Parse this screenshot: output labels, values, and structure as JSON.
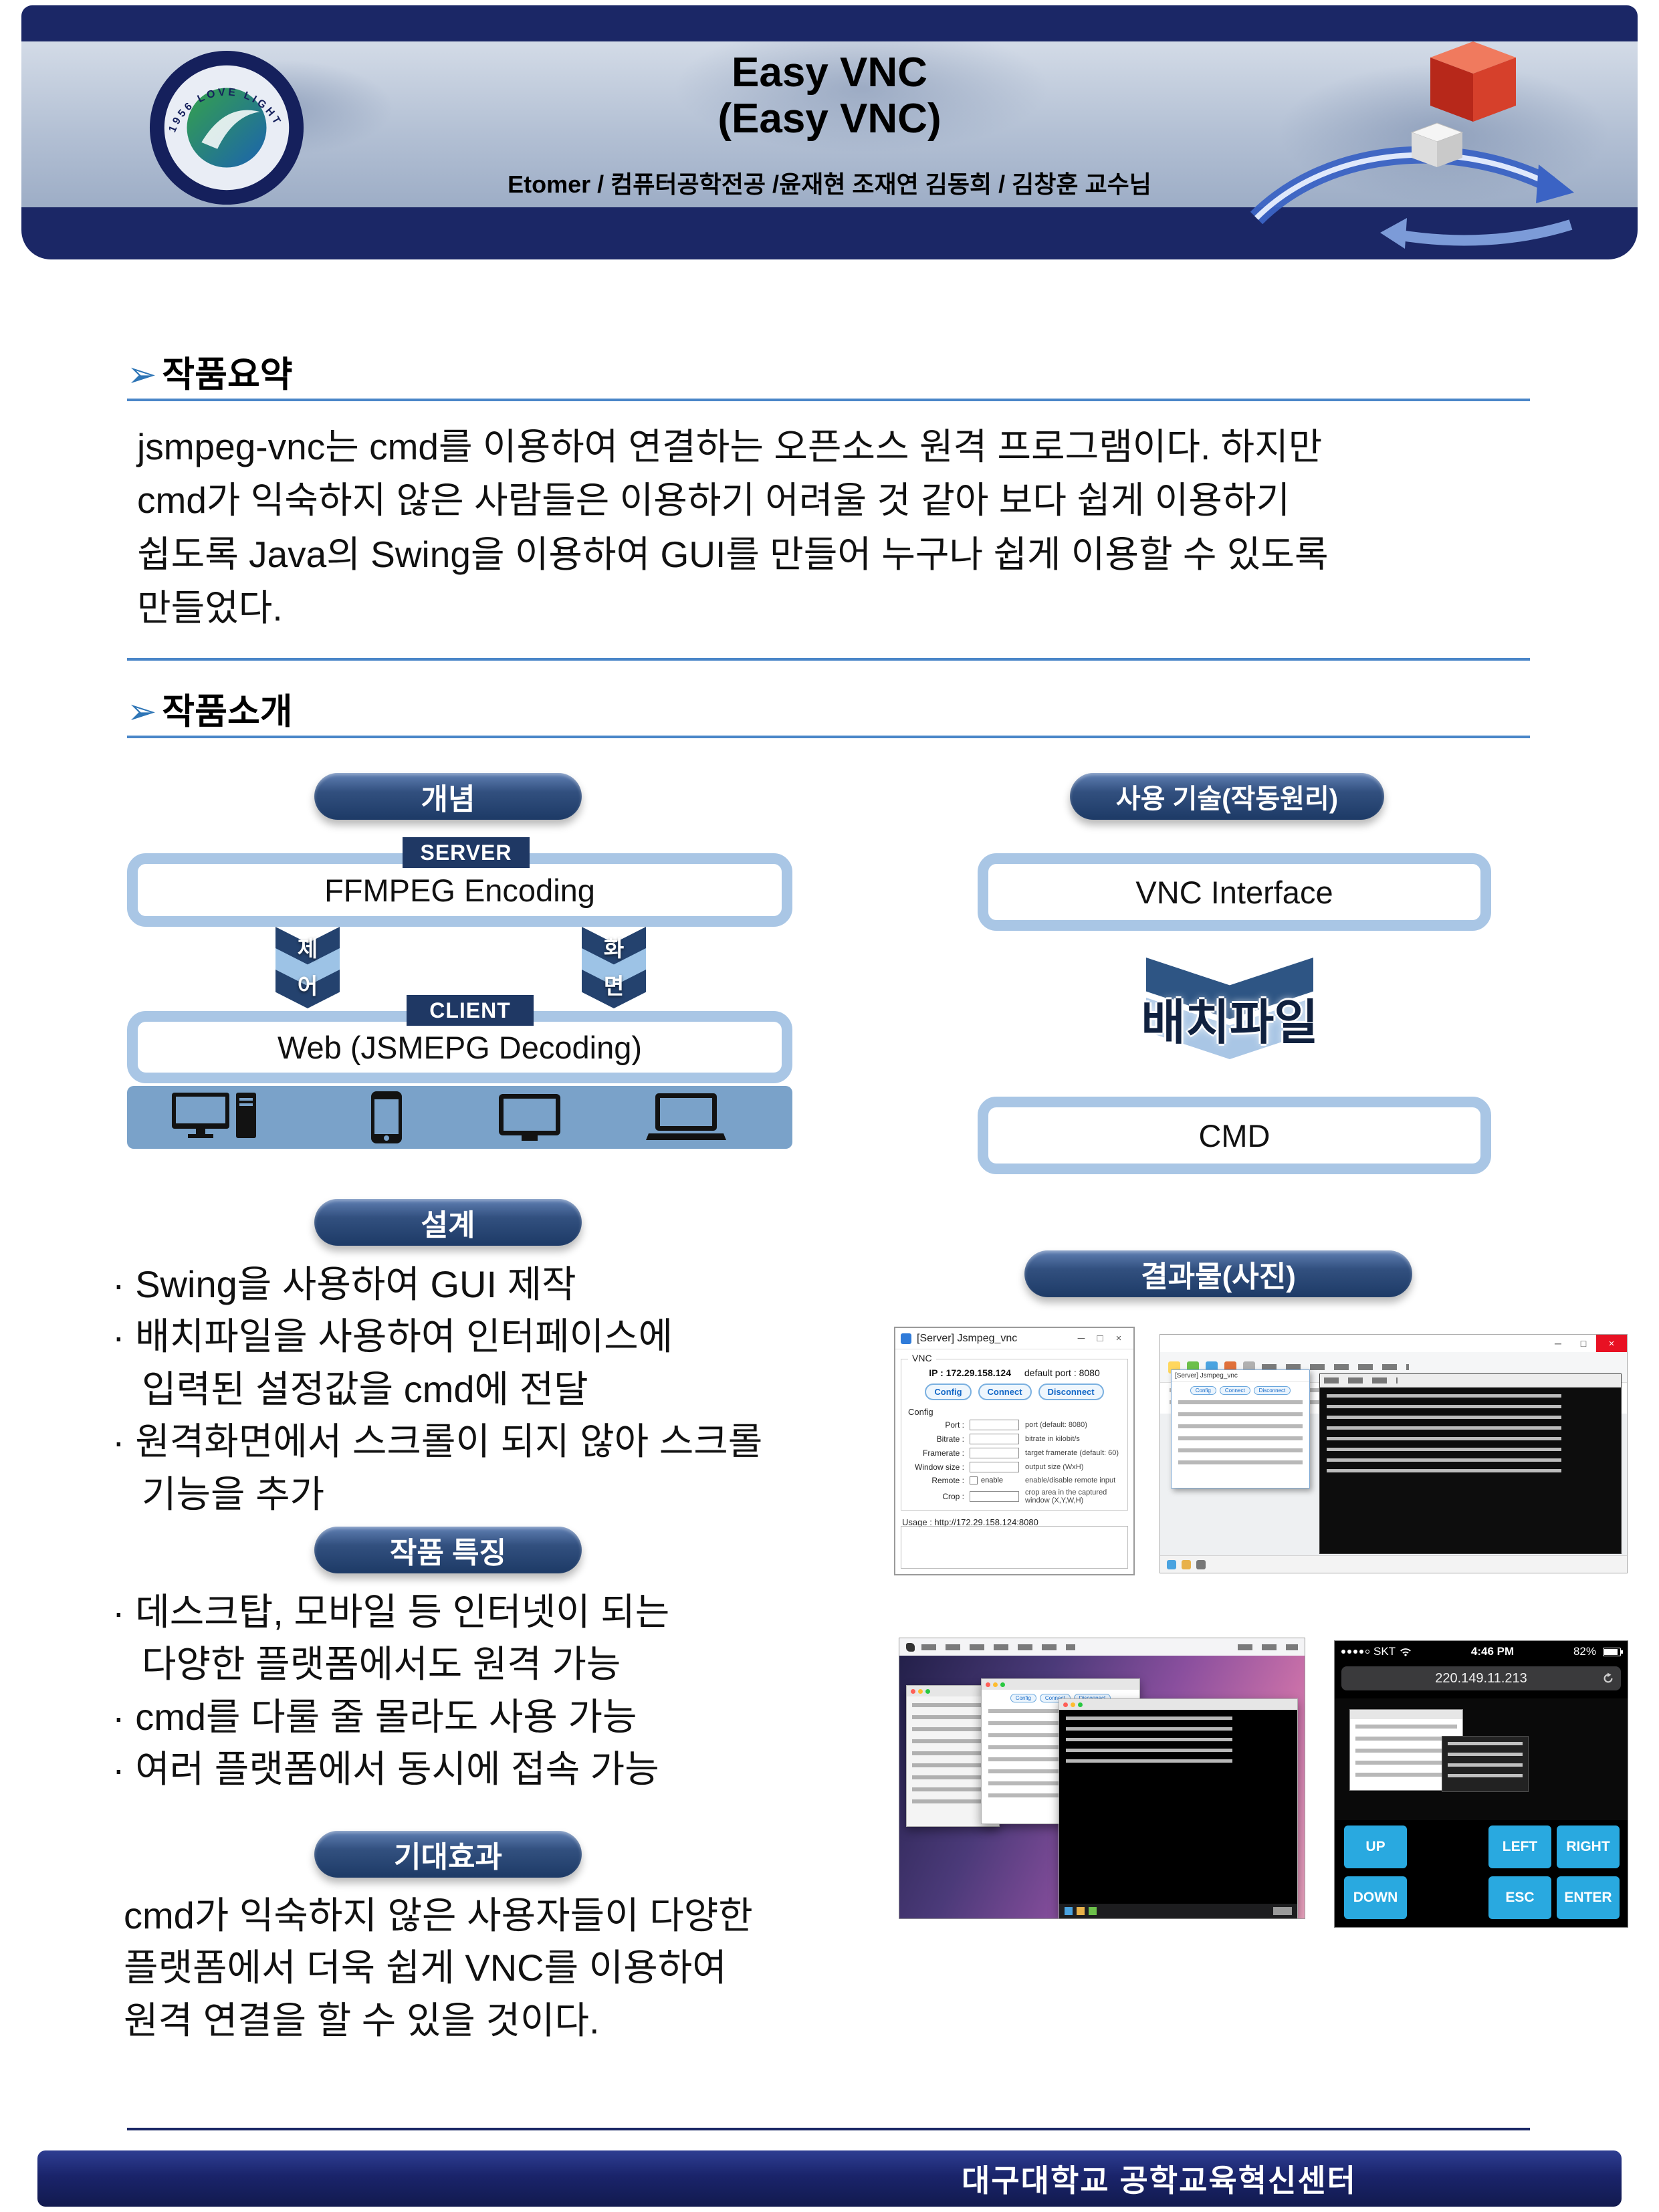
{
  "header": {
    "title_line1": "Easy VNC",
    "title_line2": "(Easy VNC)",
    "subtitle": "Etomer / 컴퓨터공학전공 /윤재현 조재연 김동희 / 김창훈 교수님",
    "logo_ring_text": "1956 LOVE LIGHT"
  },
  "summary": {
    "arrow": "➢",
    "title": "작품요약",
    "lines": [
      "jsmpeg-vnc는 cmd를 이용하여 연결하는 오픈소스 원격 프로그램이다. 하지만",
      "cmd가 익숙하지 않은 사람들은 이용하기 어려울 것 같아 보다 쉽게 이용하기",
      "쉽도록 Java의 Swing을 이용하여 GUI를 만들어 누구나 쉽게 이용할 수 있도록",
      "만들었다."
    ]
  },
  "intro": {
    "arrow": "➢",
    "title": "작품소개"
  },
  "concept": {
    "badge": "개념",
    "server_tag": "SERVER",
    "server_box": "FFMPEG Encoding",
    "left_arrow_chars": [
      "제",
      "어"
    ],
    "right_arrow_chars": [
      "화",
      "면"
    ],
    "client_tag": "CLIENT",
    "client_box": "Web (JSMEPG Decoding)"
  },
  "tech": {
    "badge": "사용 기술(작동원리)",
    "top_box": "VNC Interface",
    "chevron_label": "배치파일",
    "bottom_box": "CMD"
  },
  "design": {
    "badge": "설계",
    "lines": [
      "· Swing을 사용하여 GUI 제작",
      "· 배치파일을 사용하여 인터페이스에",
      "입력된 설정값을 cmd에 전달",
      "· 원격화면에서 스크롤이 되지 않아 스크롤",
      "기능을 추가"
    ]
  },
  "features": {
    "badge": "작품 특징",
    "lines": [
      "· 데스크탑, 모바일 등 인터넷이 되는",
      "다양한 플랫폼에서도 원격 가능",
      "· cmd를 다룰 줄 몰라도 사용 가능",
      "· 여러 플랫폼에서 동시에 접속 가능"
    ]
  },
  "expected": {
    "badge": "기대효과",
    "lines": [
      "cmd가 익숙하지 않은 사용자들이 다양한",
      "플랫폼에서 더욱 쉽게 VNC를 이용하여",
      "원격 연결을 할 수 있을 것이다."
    ]
  },
  "results": {
    "badge": "결과물(사진)",
    "server_app": {
      "window_title": "[Server] Jsmpeg_vnc",
      "vnc_label": "VNC",
      "ip_value": "IP : 172.29.158.124",
      "port_value": "default port : 8080",
      "buttons": [
        "Config",
        "Connect",
        "Disconnect"
      ],
      "config_label": "Config",
      "fields": [
        {
          "label": "Port :",
          "desc": "port (default: 8080)"
        },
        {
          "label": "Bitrate :",
          "desc": "bitrate in kilobit/s"
        },
        {
          "label": "Framerate :",
          "desc": "target framerate (default: 60)"
        },
        {
          "label": "Window size :",
          "desc": "output size (WxH)"
        },
        {
          "label": "Remote :",
          "checkbox": "enable",
          "desc": "enable/disable remote input"
        },
        {
          "label": "Crop :",
          "desc": "crop area in the captured window (X,Y,W,H)"
        }
      ],
      "usage": "Usage : http://172.29.158.124:8080"
    },
    "mobile": {
      "carrier": "SKT",
      "time": "4:46 PM",
      "battery": "82%",
      "url": "220.149.11.213",
      "buttons": [
        "UP",
        "LEFT",
        "RIGHT",
        "DOWN",
        "ESC",
        "ENTER"
      ]
    }
  },
  "footer": {
    "text": "대구대학교 공학교육혁신센터"
  }
}
